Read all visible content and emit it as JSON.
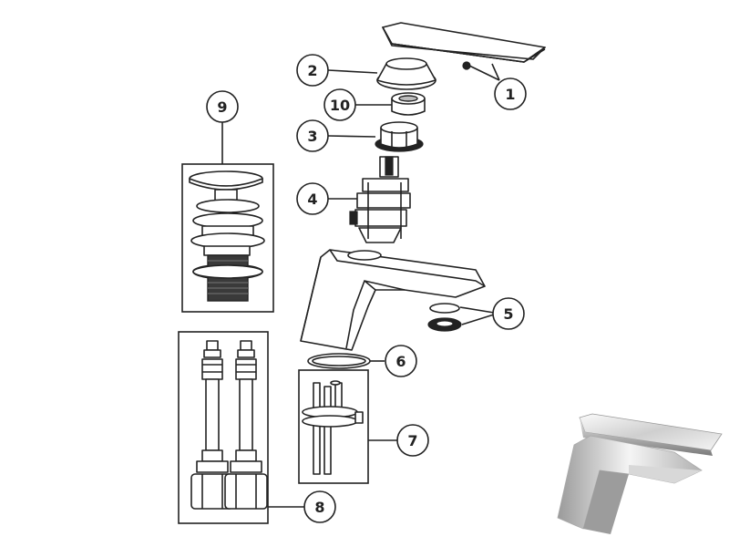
{
  "callouts": [
    {
      "id": "1",
      "label": "1"
    },
    {
      "id": "2",
      "label": "2"
    },
    {
      "id": "3",
      "label": "3"
    },
    {
      "id": "4",
      "label": "4"
    },
    {
      "id": "5",
      "label": "5"
    },
    {
      "id": "6",
      "label": "6"
    },
    {
      "id": "7",
      "label": "7"
    },
    {
      "id": "8",
      "label": "8"
    },
    {
      "id": "9",
      "label": "9"
    },
    {
      "id": "10",
      "label": "10"
    }
  ],
  "colors": {
    "line": "#222222",
    "background": "#ffffff",
    "chrome_light": "#f2f2f2",
    "chrome_dark": "#8a8a8a"
  }
}
